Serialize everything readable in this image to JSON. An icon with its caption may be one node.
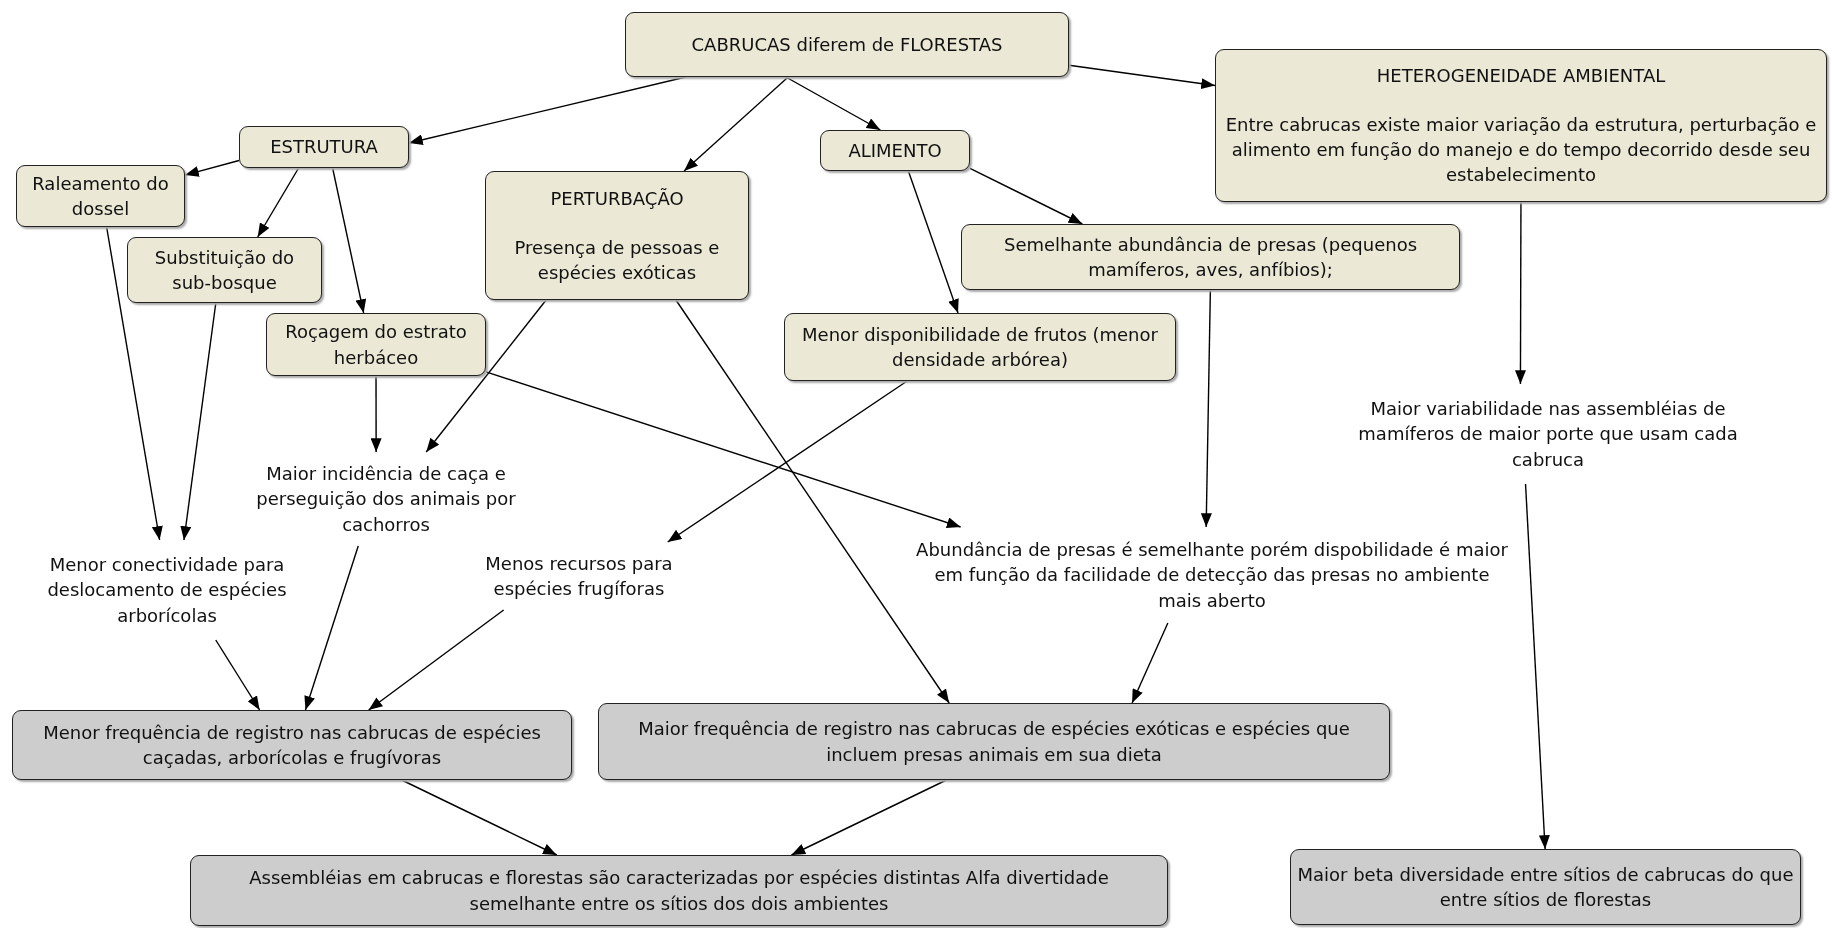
{
  "diagram": {
    "nodes": [
      {
        "text": [
          "CABRUCAS diferem de FLORESTAS"
        ]
      },
      {
        "text": [
          "ESTRUTURA"
        ]
      },
      {
        "text": [
          "PERTURBAÇÃO",
          "Presença de pessoas e espécies exóticas"
        ]
      },
      {
        "text": [
          "ALIMENTO"
        ]
      },
      {
        "text": [
          "HETEROGENEIDADE AMBIENTAL",
          "Entre cabrucas existe maior variação da estrutura, perturbação e alimento em função do manejo e do tempo decorrido desde seu estabelecimento"
        ]
      },
      {
        "text": [
          "Raleamento do dossel"
        ]
      },
      {
        "text": [
          "Substituição do sub-bosque"
        ]
      },
      {
        "text": [
          "Roçagem do estrato herbáceo"
        ]
      },
      {
        "text": [
          "Semelhante abundância de presas (pequenos mamíferos, aves, anfíbios);"
        ]
      },
      {
        "text": [
          "Menor disponibilidade de frutos (menor densidade arbórea)"
        ]
      },
      {
        "text": [
          "Maior variabilidade nas assembléias de mamíferos de maior porte que usam cada cabruca"
        ]
      },
      {
        "text": [
          "Maior incidência de caça e perseguição dos animais por cachorros"
        ]
      },
      {
        "text": [
          "Menor conectividade para deslocamento de espécies arborícolas"
        ]
      },
      {
        "text": [
          "Menos recursos para espécies frugíforas"
        ]
      },
      {
        "text": [
          "Abundância de presas é semelhante porém dispobilidade é maior em função da facilidade de detecção das presas no ambiente mais aberto"
        ]
      },
      {
        "text": [
          "Menor frequência de registro nas cabrucas de espécies caçadas, arborícolas e frugívoras"
        ]
      },
      {
        "text": [
          "Maior frequência de registro nas cabrucas de espécies exóticas e espécies que incluem presas animais em sua dieta"
        ]
      },
      {
        "text": [
          "Assembléias em cabrucas e florestas são caracterizadas por espécies distintas Alfa divertidade semelhante entre os sítios dos dois ambientes"
        ]
      },
      {
        "text": [
          "Maior beta diversidade entre sítios de cabrucas do que entre sítios de florestas"
        ]
      }
    ],
    "edges": [
      {
        "from": 0,
        "to": 1,
        "arrow": "to"
      },
      {
        "from": 0,
        "to": 2,
        "arrow": "to"
      },
      {
        "from": 0,
        "to": 3,
        "arrow": "to"
      },
      {
        "from": 0,
        "to": 4,
        "arrow": "to"
      },
      {
        "from": 1,
        "to": 5,
        "arrow": "to"
      },
      {
        "from": 1,
        "to": 6,
        "arrow": "to"
      },
      {
        "from": 1,
        "to": 7,
        "arrow": "to"
      },
      {
        "from": 3,
        "to": 9,
        "arrow": "to"
      },
      {
        "from": 3,
        "to": 8,
        "arrow": "to"
      },
      {
        "from": 2,
        "to": 11,
        "arrow": "to"
      },
      {
        "from": 2,
        "to": 16,
        "arrow": "to"
      },
      {
        "from": 7,
        "to": 11,
        "arrow": "to"
      },
      {
        "from": 7,
        "to": 14,
        "arrow": "to"
      },
      {
        "from": 9,
        "to": 13,
        "arrow": "to"
      },
      {
        "from": 8,
        "to": 14,
        "arrow": "to"
      },
      {
        "from": 4,
        "to": 10,
        "arrow": "to"
      },
      {
        "from": 5,
        "to": 12,
        "arrow": "to"
      },
      {
        "from": 6,
        "to": 12,
        "arrow": "to"
      },
      {
        "from": 11,
        "to": 15,
        "arrow": "to"
      },
      {
        "from": 12,
        "to": 15,
        "arrow": "to"
      },
      {
        "from": 13,
        "to": 15,
        "arrow": "to"
      },
      {
        "from": 14,
        "to": 16,
        "arrow": "to"
      },
      {
        "from": 15,
        "to": 17,
        "arrow": "to"
      },
      {
        "from": 16,
        "to": 17,
        "arrow": "to"
      },
      {
        "from": 10,
        "to": 18,
        "arrow": "to"
      }
    ]
  }
}
